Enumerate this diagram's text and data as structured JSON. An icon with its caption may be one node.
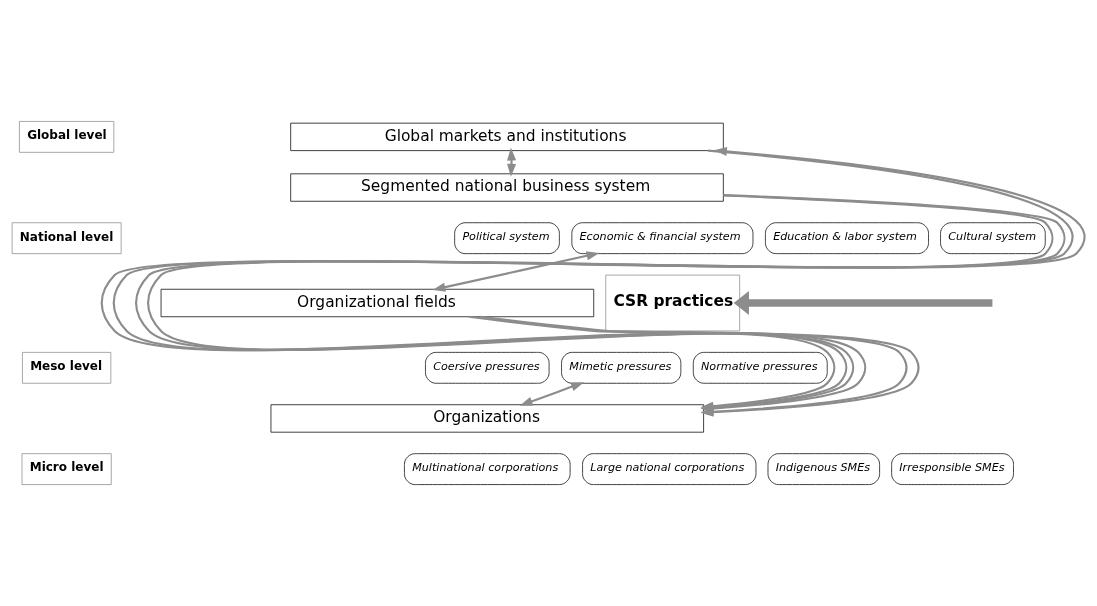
{
  "diagram": {
    "nodes": [
      {
        "text": [
          "Global level"
        ]
      },
      {
        "text": [
          "National level"
        ]
      },
      {
        "text": [
          "Meso level"
        ]
      },
      {
        "text": [
          "Micro level"
        ]
      },
      {
        "text": [
          "Global markets and institutions"
        ]
      },
      {
        "text": [
          "Segmented national business system"
        ]
      },
      {
        "text": [
          "Political system"
        ]
      },
      {
        "text": [
          "Economic & financial system"
        ]
      },
      {
        "text": [
          "Education & labor system"
        ]
      },
      {
        "text": [
          "Cultural system"
        ]
      },
      {
        "text": [
          "Organizational fields"
        ]
      },
      {
        "text": [
          "Coersive pressures"
        ]
      },
      {
        "text": [
          "Mimetic pressures"
        ]
      },
      {
        "text": [
          "Normative pressures"
        ]
      },
      {
        "text": [
          "Organizations"
        ]
      },
      {
        "text": [
          "Multinational corporations"
        ]
      },
      {
        "text": [
          "Large national corporations"
        ]
      },
      {
        "text": [
          "Indigenous SMEs"
        ]
      },
      {
        "text": [
          "Irresponsible SMEs"
        ]
      },
      {
        "text": [
          "CSR practices"
        ]
      }
    ],
    "edges": [
      {
        "from": 4,
        "to": 5,
        "arrow": "both"
      },
      {
        "from": 7,
        "to": 10,
        "arrow": "both"
      },
      {
        "from": 12,
        "to": 14,
        "arrow": "both"
      },
      {
        "from": 4,
        "to": 14,
        "arrow": "to"
      },
      {
        "from": 5,
        "to": 14,
        "arrow": "to"
      },
      {
        "from": 10,
        "to": 14,
        "arrow": "to"
      },
      {
        "from": 10,
        "to": 14,
        "arrow": "to"
      },
      {
        "from": 5,
        "to": 14,
        "arrow": "to"
      },
      {
        "from": 14,
        "to": 4,
        "arrow": "to"
      },
      {
        "from": null,
        "to": 19,
        "arrow": "to",
        "style": "thick"
      }
    ]
  }
}
